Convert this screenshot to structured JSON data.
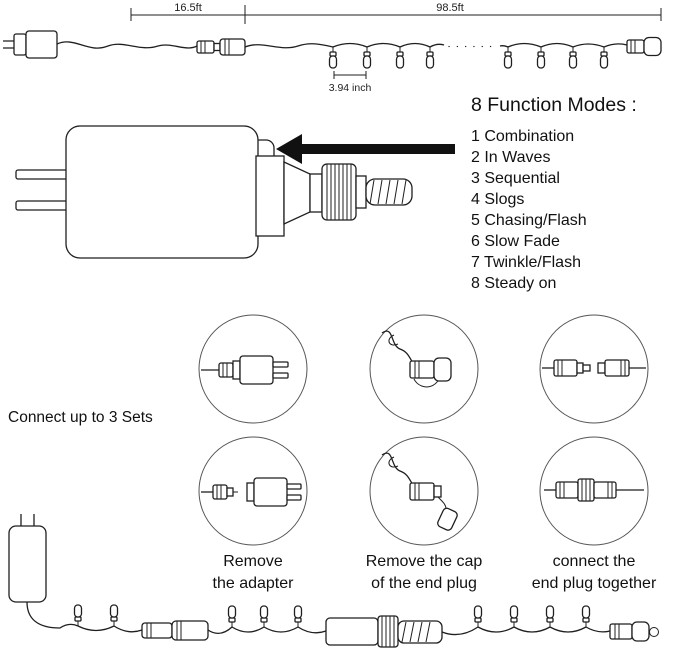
{
  "top_diagram": {
    "lead_length_label": "16.5ft",
    "lit_length_label": "98.5ft",
    "bulb_spacing_label": "3.94 inch"
  },
  "function_modes": {
    "title": "8 Function Modes :",
    "items": [
      "1 Combination",
      "2 In Waves",
      "3 Sequential",
      "4 Slogs",
      "5 Chasing/Flash",
      "6 Slow Fade",
      "7 Twinkle/Flash",
      "8 Steady on"
    ]
  },
  "connect_section": {
    "label": "Connect up to 3 Sets",
    "steps": [
      {
        "caption_line1": "Remove",
        "caption_line2": "the adapter"
      },
      {
        "caption_line1": "Remove the cap",
        "caption_line2": "of the end plug"
      },
      {
        "caption_line1": "connect the",
        "caption_line2": "end plug together"
      }
    ]
  },
  "colors": {
    "line": "#1f1f1f",
    "background": "#ffffff"
  }
}
